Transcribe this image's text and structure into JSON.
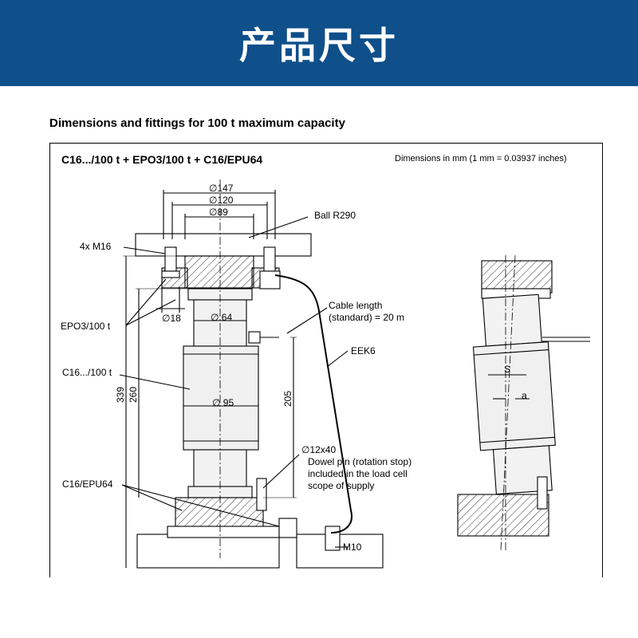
{
  "banner": {
    "title": "产品尺寸"
  },
  "section_title": "Dimensions and fittings for 100  t maximum capacity",
  "diagram": {
    "title": "C16.../100  t + EPO3/100  t + C16/EPU64",
    "units_note": "Dimensions in mm (1 mm = 0.03937 inches)",
    "labels": {
      "d147": "∅147",
      "d120": "∅120",
      "d89": "∅89",
      "ball": "Ball R290",
      "m16": "4x M16",
      "epo3": "EPO3/100 t",
      "d18": "∅18",
      "d64": "∅ 64",
      "cable1": "Cable length",
      "cable2": "(standard) = 20 m",
      "eek6": "EEK6",
      "c16": "C16.../100 t",
      "d95": "∅ 95",
      "h339": "339",
      "h260": "260",
      "h205": "205",
      "dowel0": "∅12x40",
      "dowel1": "Dowel pin (rotation stop)",
      "dowel2": "included in the load cell",
      "dowel3": "scope of supply",
      "epu64": "C16/EPU64",
      "m10": "M10",
      "s": "S",
      "a": "a"
    }
  },
  "colors": {
    "banner": "#0f4f8a",
    "line": "#000000",
    "body": "#f2f2f2"
  }
}
